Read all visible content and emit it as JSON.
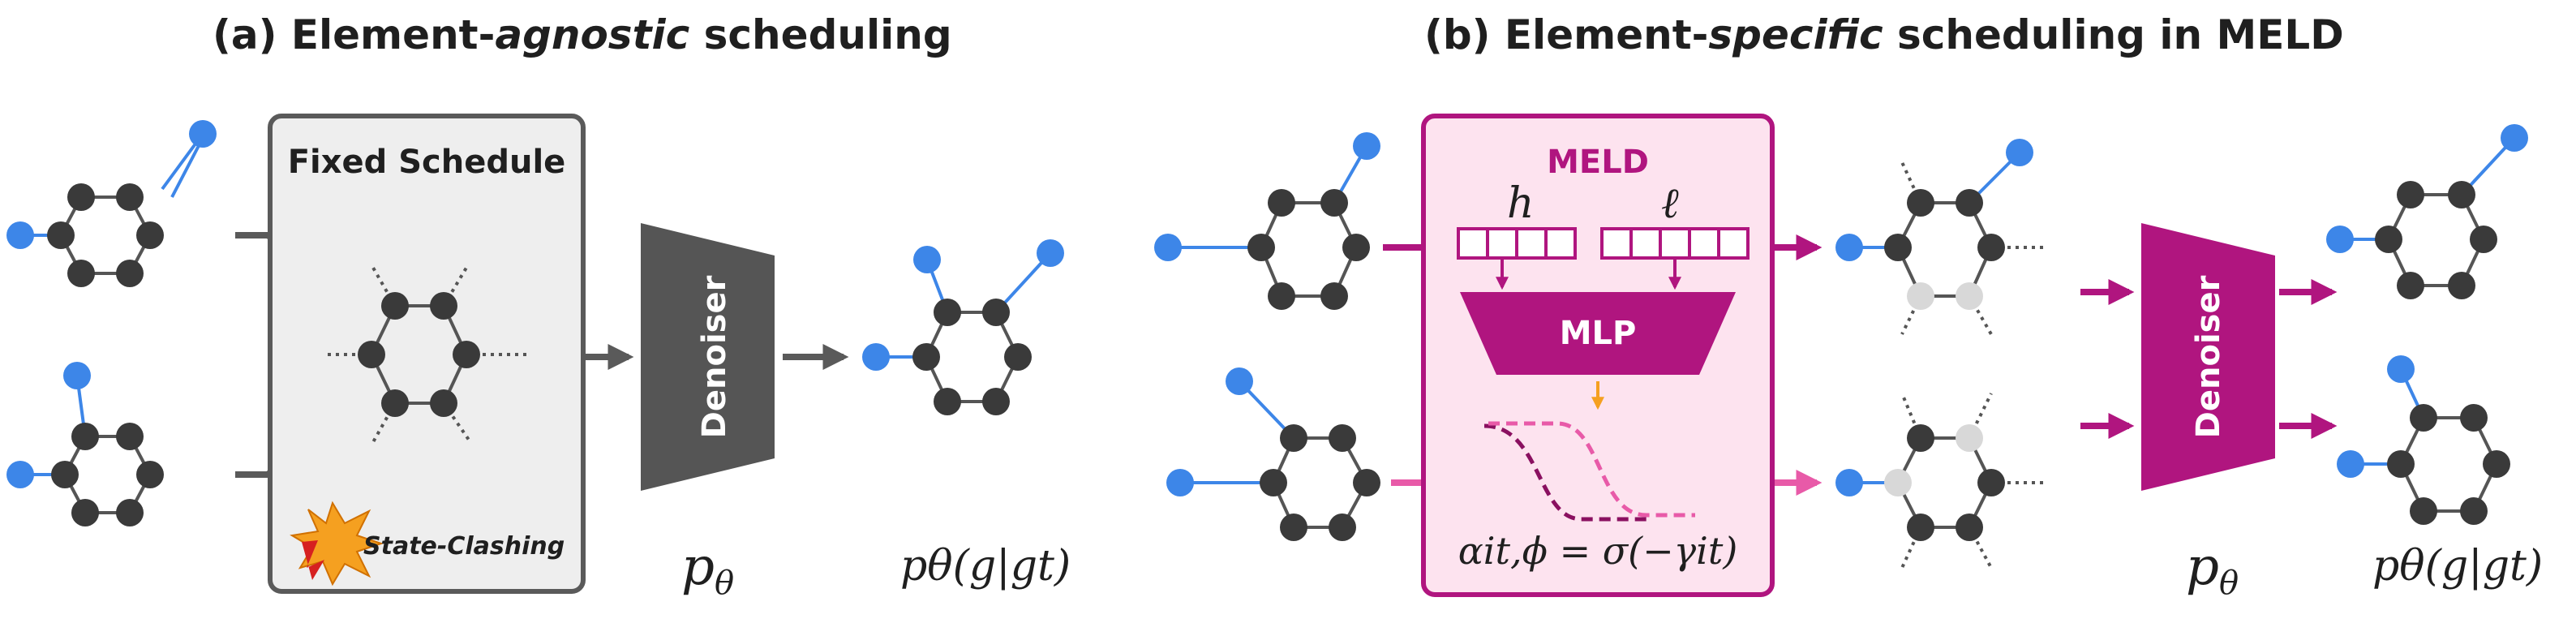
{
  "panel_a": {
    "title_pre": "(a) Element-",
    "title_em": "agnostic",
    "title_post": " scheduling",
    "box_title": "Fixed Schedule",
    "clash_label": "State-Clashing",
    "denoiser_label": "Denoiser",
    "p_theta": "p",
    "p_theta_sub": "θ",
    "output_label": "pθ(g|gt)"
  },
  "panel_b": {
    "title_pre": "(b) Element-",
    "title_em": "specific",
    "title_post": " scheduling in MELD",
    "box_title": "MELD",
    "h_label": "h",
    "l_label": "ℓ",
    "mlp_label": "MLP",
    "alpha_label": "αit,ϕ = σ(−γit)",
    "denoiser_label": "Denoiser",
    "p_theta": "p",
    "p_theta_sub": "θ",
    "output_label": "pθ(g|gt)"
  },
  "colors": {
    "atom_dark": "#3a3a3a",
    "atom_blue": "#3d86e8",
    "atom_ghost": "#d8d8d8",
    "bond": "#555555",
    "gray_arrow": "#5a5a5a",
    "magenta": "#b0157f",
    "pink": "#e85aa8",
    "meld_fill": "#fde3ef",
    "fixed_fill": "#eeeeee",
    "curve_orange": "#f5a020"
  }
}
